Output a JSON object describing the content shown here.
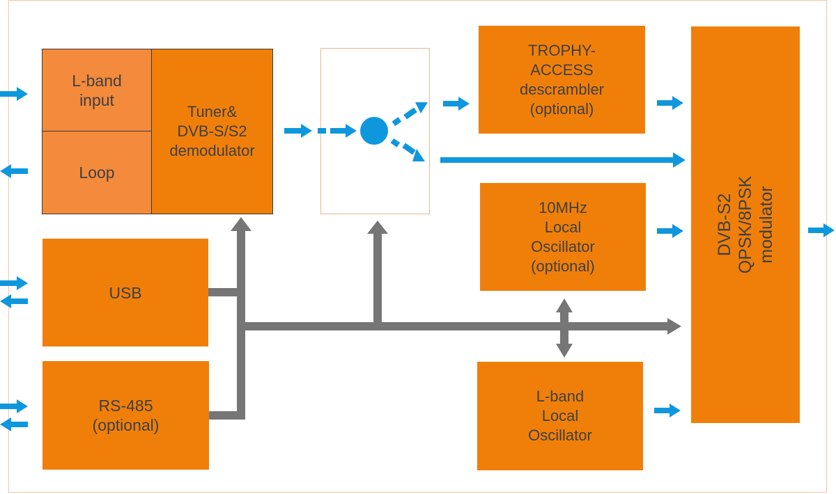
{
  "blocks": {
    "lband_input": "L-band\ninput",
    "loop": "Loop",
    "tuner": "Tuner&\nDVB-S/S2\ndemodulator",
    "usb": "USB",
    "rs485": "RS-485\n(optional)",
    "trophy": "TROPHY-\nACCESS\ndescrambler\n(optional)",
    "osc10": "10MHz\nLocal\nOscillator\n(optional)",
    "lband_osc": "L-band\nLocal\nOscillator",
    "modulator": "DVB-S2 QPSK/8PSK\nmodulator"
  },
  "colors": {
    "block_orange": "#f07f0a",
    "block_orange_light": "#f48a3c",
    "signal_arrow": "#0f97dd",
    "bus_gray": "#767676",
    "frame_border": "#f3c6a4",
    "text": "#404040"
  }
}
